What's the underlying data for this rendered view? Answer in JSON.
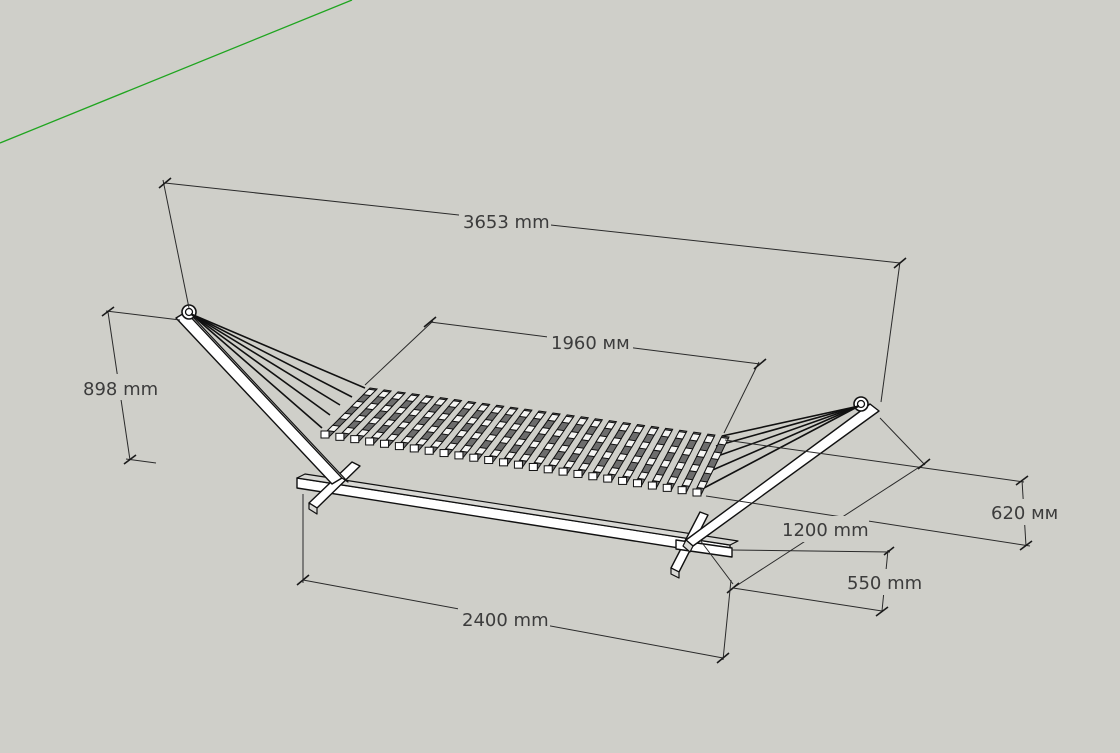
{
  "dimensions": {
    "overall_length": "3653 mm",
    "bed_length": "1960 мм",
    "height": "898 mm",
    "bed_width": "620 мм",
    "base_width": "1200 mm",
    "foot_length": "550 mm",
    "base_length": "2400 mm"
  },
  "colors": {
    "background": "#cfcfc9",
    "axis_green": "#1fa51f",
    "edge": "#111111",
    "wood_face": "#ffffff",
    "slat_side": "#6d6d6d"
  },
  "slats": {
    "count": 26
  }
}
